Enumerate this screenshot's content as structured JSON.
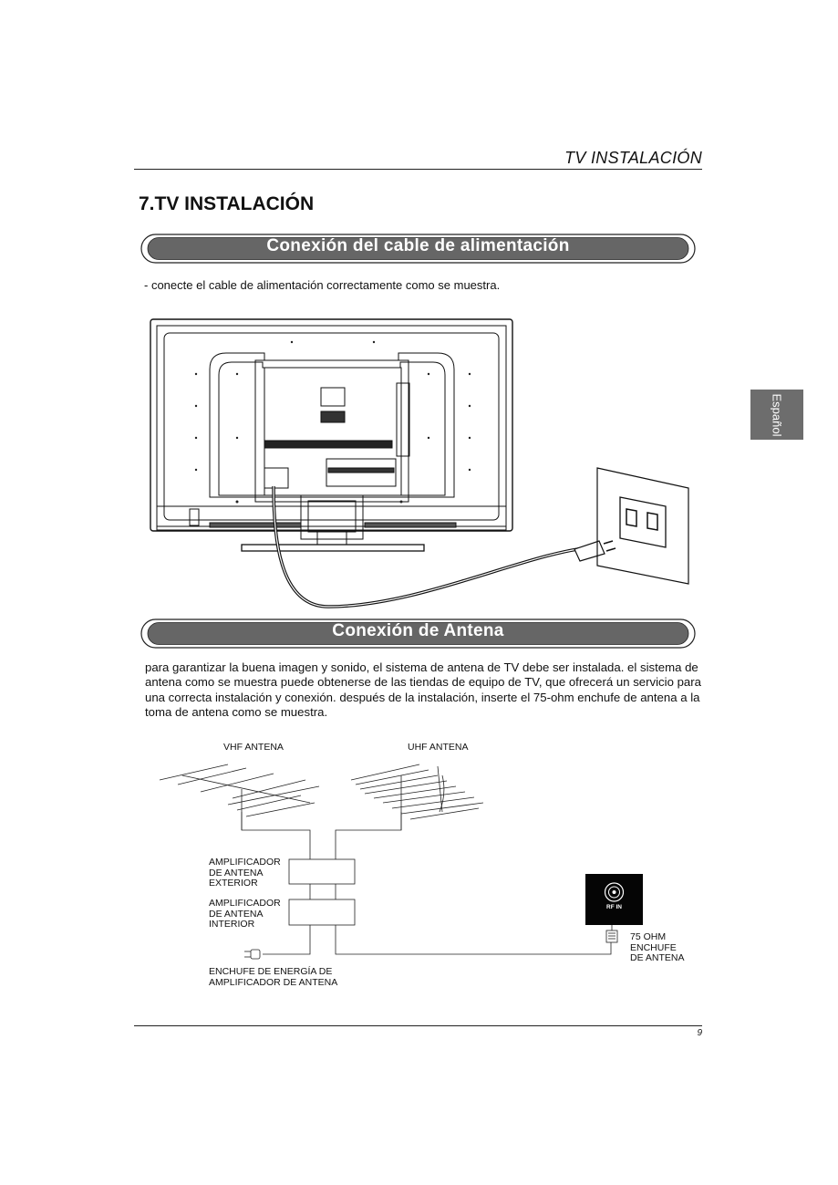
{
  "header": {
    "section_title": "TV INSTALACIÓN"
  },
  "main_title": "7.TV INSTALACIÓN",
  "language_tab": "Español",
  "sections": [
    {
      "heading": "Conexión del cable de alimentación",
      "intro": "- conecte el cable de alimentación correctamente como se muestra."
    },
    {
      "heading": "Conexión de Antena",
      "paragraph": "para garantizar la buena imagen y sonido, el sistema de antena de TV debe ser instalada. el sistema de antena como se muestra puede obtenerse de las tiendas de equipo de TV, que ofrecerá un servicio para una correcta instalación y conexión. después de la instalación, inserte el 75-ohm enchufe de antena a la toma de antena como se muestra."
    }
  ],
  "antenna_diagram": {
    "vhf_label": "VHF ANTENA",
    "uhf_label": "UHF ANTENA",
    "outdoor_amp": "AMPLIFICADOR\nDE ANTENA\nEXTERIOR",
    "indoor_amp": "AMPLIFICADOR\nDE ANTENA\nINTERIOR",
    "power_plug": "ENCHUFE DE ENERGÍA DE\nAMPLIFICADOR DE ANTENA",
    "rf_in": "RF IN",
    "plug_75ohm": "75 OHM\nENCHUFE\nDE ANTENA"
  },
  "footer": {
    "page_number": "9"
  }
}
